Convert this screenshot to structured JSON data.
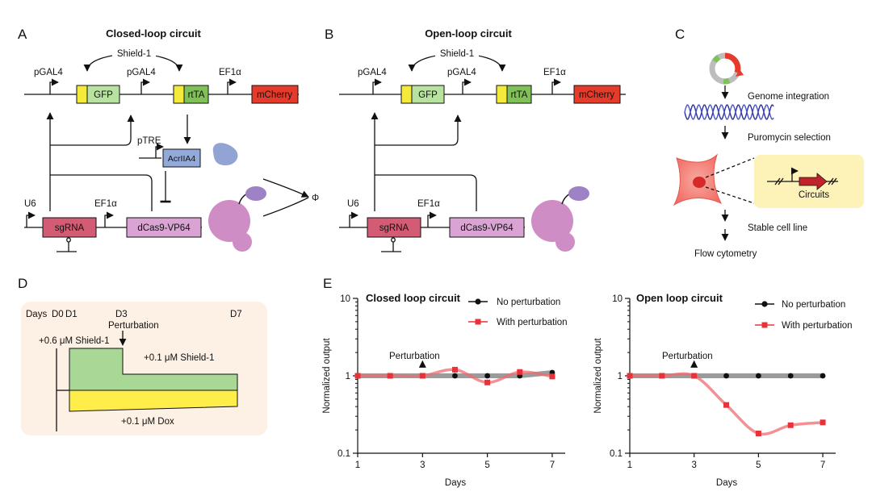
{
  "panel_labels": {
    "a": "A",
    "b": "B",
    "c": "C",
    "d": "D",
    "e": "E"
  },
  "panel_a": {
    "title": "Closed-loop circuit",
    "shield": "Shield-1",
    "promoters": [
      "pGAL4",
      "pGAL4",
      "EF1α",
      "pTRE",
      "U6",
      "EF1α"
    ],
    "genes": {
      "gfp": "GFP",
      "rtta": "rtTA",
      "mcherry": "mCherry",
      "acr": "AcrIIA4",
      "sgrna": "sgRNA",
      "dcas9": "dCas9-VP64"
    },
    "phi": "Φ"
  },
  "panel_b": {
    "title": "Open-loop circuit",
    "shield": "Shield-1",
    "promoters": [
      "pGAL4",
      "pGAL4",
      "EF1α",
      "U6",
      "EF1α"
    ],
    "genes": {
      "gfp": "GFP",
      "rtta": "rtTA",
      "mcherry": "mCherry",
      "sgrna": "sgRNA",
      "dcas9": "dCas9-VP64"
    }
  },
  "panel_c": {
    "steps": [
      "Genome integration",
      "Puromycin selection",
      "Stable cell line",
      "Flow cytometry"
    ],
    "inset_label": "Circuits"
  },
  "panel_d": {
    "days_label": "Days",
    "day_marks": [
      "D0",
      "D1",
      "D3",
      "D7"
    ],
    "perturbation": "Perturbation",
    "shield_high": "+0.6 μM Shield-1",
    "shield_low": "+0.1 μM Shield-1",
    "dox": "+0.1 μM Dox",
    "colors": {
      "background": "#fdf0e4",
      "shield": "#a8d796",
      "dox": "#ffee4a"
    }
  },
  "chart_data": [
    {
      "type": "line",
      "title": "Closed loop circuit",
      "xlabel": "Days",
      "ylabel": "Normalized output",
      "x_ticks": [
        "1",
        "3",
        "5",
        "7"
      ],
      "y_ticks": [
        "0.1",
        "1",
        "10"
      ],
      "yscale": "log",
      "xlim": [
        1,
        7.4
      ],
      "ylim": [
        0.1,
        10
      ],
      "annotation": {
        "text": "Perturbation",
        "x": 3
      },
      "series": [
        {
          "name": "No perturbation",
          "color": "#111111",
          "points": [
            [
              1,
              1.0
            ],
            [
              2,
              1.0
            ],
            [
              3,
              1.0
            ],
            [
              4,
              1.0
            ],
            [
              5,
              1.0
            ],
            [
              6,
              1.0
            ],
            [
              7,
              1.1
            ]
          ]
        },
        {
          "name": "With perturbation",
          "color": "#e8323a",
          "points": [
            [
              1,
              1.0
            ],
            [
              2,
              1.0
            ],
            [
              3,
              1.0
            ],
            [
              4,
              1.2
            ],
            [
              5,
              0.82
            ],
            [
              6,
              1.12
            ],
            [
              7,
              0.98
            ]
          ]
        }
      ]
    },
    {
      "type": "line",
      "title": "Open loop circuit",
      "xlabel": "Days",
      "ylabel": "Normalized output",
      "x_ticks": [
        "1",
        "3",
        "5",
        "7"
      ],
      "y_ticks": [
        "0.1",
        "1",
        "10"
      ],
      "yscale": "log",
      "xlim": [
        1,
        7.4
      ],
      "ylim": [
        0.1,
        10
      ],
      "annotation": {
        "text": "Perturbation",
        "x": 3
      },
      "series": [
        {
          "name": "No perturbation",
          "color": "#111111",
          "points": [
            [
              1,
              1.0
            ],
            [
              2,
              1.0
            ],
            [
              3,
              1.0
            ],
            [
              4,
              1.0
            ],
            [
              5,
              1.0
            ],
            [
              6,
              1.0
            ],
            [
              7,
              1.0
            ]
          ]
        },
        {
          "name": "With perturbation",
          "color": "#e8323a",
          "points": [
            [
              1,
              1.0
            ],
            [
              2,
              1.0
            ],
            [
              3,
              1.0
            ],
            [
              4,
              0.42
            ],
            [
              5,
              0.18
            ],
            [
              6,
              0.23
            ],
            [
              7,
              0.25
            ]
          ]
        }
      ]
    }
  ]
}
